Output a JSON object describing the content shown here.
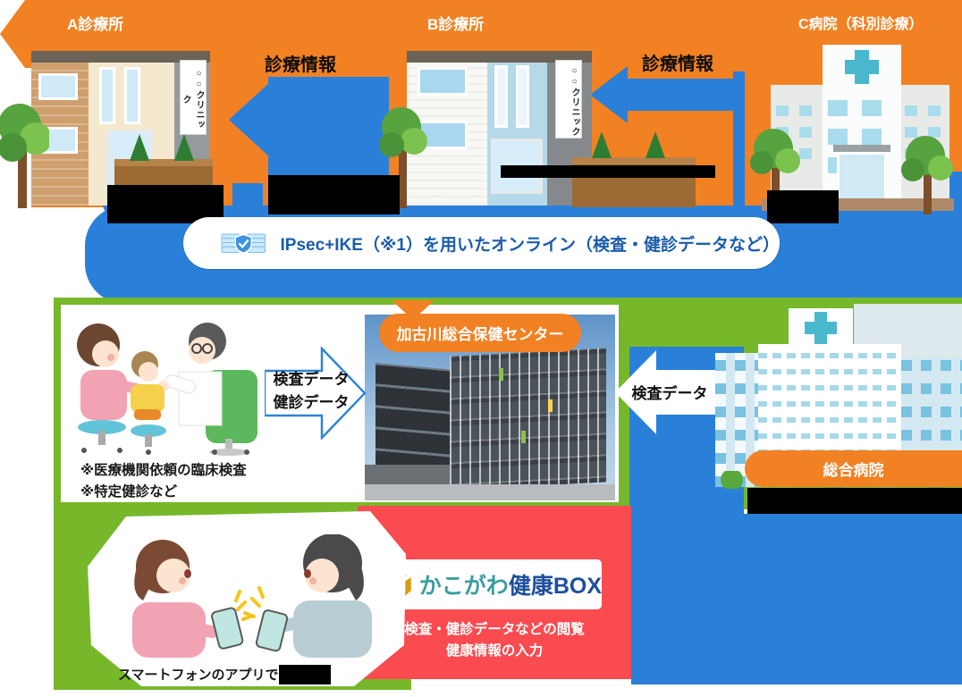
{
  "top": {
    "clinic_a_label": "A診療所",
    "clinic_b_label": "B診療所",
    "hospital_c_label": "C病院（科別診療）",
    "clinic_sign": "○○クリニック",
    "arrow_ab_label": "診療情報",
    "arrow_bc_label": "診療情報"
  },
  "secure_band": {
    "label": "IPsec+IKE（※1）を用いたオンライン（検査・健診データなど）"
  },
  "health_center": {
    "badge_label": "加古川総合保健センター",
    "incoming_arrow_line1": "検査データ",
    "incoming_arrow_line2": "健診データ",
    "note_line1": "※医療機関依頼の臨床検査",
    "note_line2": "※特定健診など"
  },
  "general_hospital": {
    "banner_label": "総合病院",
    "arrow_label": "検査データ"
  },
  "kenko_box": {
    "logo_text_1": "かこがわ",
    "logo_text_2": "健康BOX",
    "desc_line1": "検査・健診データなどの閲覧",
    "desc_line2": "健康情報の入力"
  },
  "smartphone": {
    "caption": "スマートフォンのアプリで"
  },
  "colors": {
    "orange": "#f28123",
    "blue": "#2a80d9",
    "green": "#76b82a",
    "red": "#f94b50",
    "logo_teal": "#3d9d9e",
    "logo_navy": "#1d4f9e",
    "secure_text": "#1b5cab"
  }
}
